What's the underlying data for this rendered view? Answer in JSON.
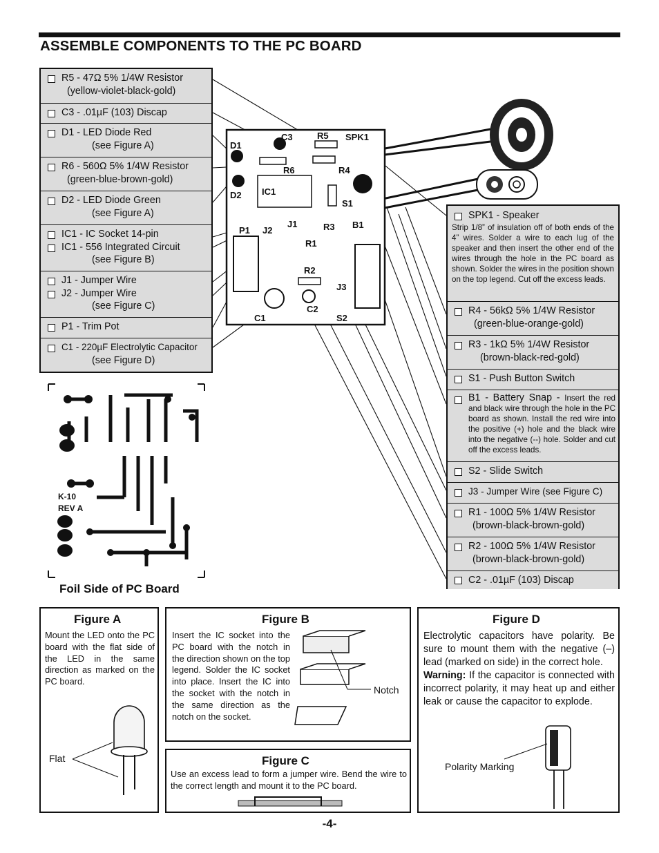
{
  "heading": "ASSEMBLE COMPONENTS TO THE PC BOARD",
  "left_parts": [
    {
      "lines": [
        "R5 - 47Ω 5% 1/4W Resistor"
      ],
      "sub": [
        "(yellow-violet-black-gold)"
      ]
    },
    {
      "lines": [
        "C3 - .01µF (103) Discap"
      ],
      "sub": []
    },
    {
      "lines": [
        "D1 - LED Diode Red"
      ],
      "sub": [
        "(see Figure A)"
      ]
    },
    {
      "lines": [
        "R6 - 560Ω 5% 1/4W Resistor"
      ],
      "sub": [
        "(green-blue-brown-gold)"
      ]
    },
    {
      "lines": [
        "D2 - LED Diode Green"
      ],
      "sub": [
        "(see Figure A)"
      ]
    },
    {
      "lines": [
        "IC1 - IC Socket 14-pin",
        "IC1 - 556 Integrated Circuit"
      ],
      "sub": [
        "(see Figure B)"
      ]
    },
    {
      "lines": [
        "J1 - Jumper Wire",
        "J2 - Jumper Wire"
      ],
      "sub": [
        "(see Figure C)"
      ]
    },
    {
      "lines": [
        "P1 - Trim Pot"
      ],
      "sub": []
    },
    {
      "lines": [
        "C1 - 220µF Electrolytic Capacitor"
      ],
      "sub": [
        "(see Figure D)"
      ]
    }
  ],
  "right_parts": {
    "spk1_title": "SPK1 - Speaker",
    "spk1_text": "Strip 1/8” of insulation off of both ends of the 4” wires.  Solder a wire to each lug of the speaker and then insert the other end of the wires through the hole in the PC board as shown.  Solder the wires in the position shown on the top legend.  Cut off the excess leads.",
    "r4": "R4 - 56kΩ 5% 1/4W Resistor",
    "r4_sub": "(green-blue-orange-gold)",
    "r3": "R3 - 1kΩ 5% 1/4W Resistor",
    "r3_sub": "(brown-black-red-gold)",
    "s1": "S1 - Push Button Switch",
    "b1_title": "B1 - Battery Snap - ",
    "b1_text": "Insert the red and black wire through the hole in the PC board as shown.  Install the red wire into the positive (+) hole and the black wire into the negative (--) hole.  Solder and cut off the excess leads.",
    "s2": "S2 - Slide Switch",
    "j3": "J3 - Jumper Wire (see Figure C)",
    "r1": "R1 - 100Ω 5% 1/4W Resistor",
    "r1_sub": "(brown-black-brown-gold)",
    "r2": "R2 - 100Ω 5% 1/4W Resistor",
    "r2_sub": "(brown-black-brown-gold)",
    "c2": "C2 - .01µF (103) Discap"
  },
  "board_labels": [
    "D1",
    "C3",
    "R5",
    "SPK1",
    "R6",
    "R4",
    "D2",
    "IC1",
    "S1",
    "P1",
    "J2",
    "J1",
    "R3",
    "R1",
    "R2",
    "J3",
    "C1",
    "C2",
    "S2",
    "B1"
  ],
  "foil": {
    "board_text_1": "K-10",
    "board_text_2": "REV A",
    "caption": "Foil Side of PC Board"
  },
  "figure_a": {
    "title": "Figure A",
    "text": "Mount the LED onto the PC board with the flat side of the LED in the same direction as marked on the PC board.",
    "label": "Flat"
  },
  "figure_b": {
    "title": "Figure B",
    "text": "Insert the IC socket into the PC board with the notch in the direction shown on the top legend.  Solder the IC socket into place.  Insert the IC into the socket with the notch in the same direction as the notch on the socket.",
    "label": "Notch"
  },
  "figure_c": {
    "title": "Figure C",
    "text": "Use an excess lead to form a jumper wire.  Bend the wire to the correct length and mount it to the PC board."
  },
  "figure_d": {
    "title": "Figure D",
    "text": "Electrolytic capacitors have polarity.  Be sure to mount them with the negative (–) lead (marked on side) in the correct hole.",
    "warning_label": "Warning:",
    "warning_text": " If the capacitor is connected with incorrect polarity, it may heat up and either leak or cause the capacitor to explode.",
    "label": "Polarity Marking"
  },
  "page_number": "-4-"
}
